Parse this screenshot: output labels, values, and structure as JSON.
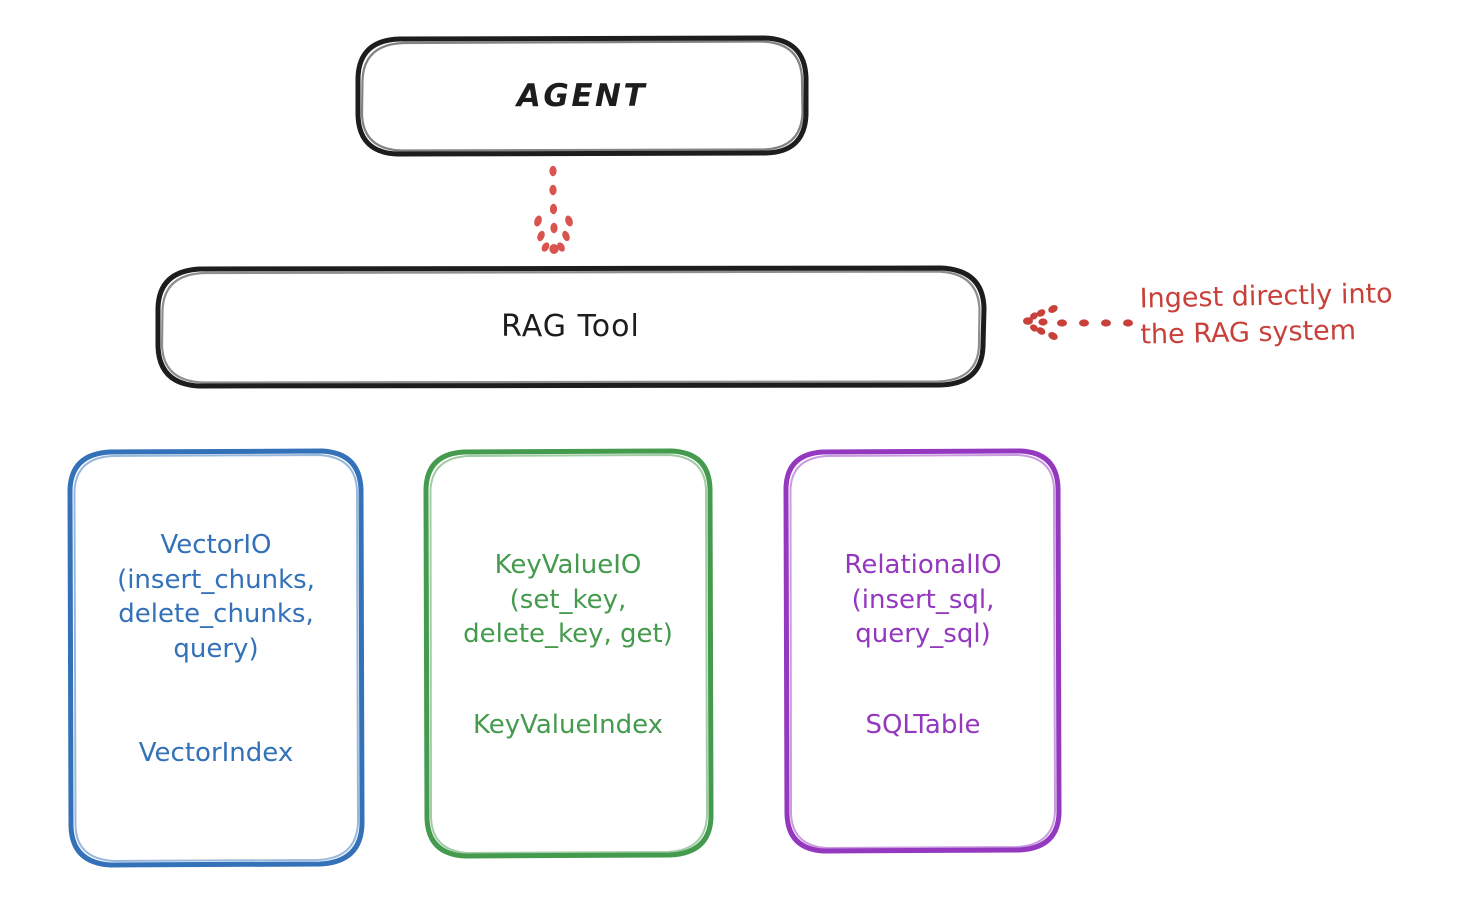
{
  "diagram": {
    "title_node": {
      "label": "AGENT"
    },
    "tool_node": {
      "label": "RAG Tool"
    },
    "annotation": {
      "text": "Ingest directly into\nthe RAG system",
      "color": "#c7413a",
      "arrow": "dotted-arrow-left-icon"
    },
    "columns": [
      {
        "name": "vector",
        "color": "#3371b8",
        "api": "VectorIO\n(insert_chunks,\ndelete_chunks,\nquery)",
        "index": "VectorIndex"
      },
      {
        "name": "keyvalue",
        "color": "#449a4d",
        "api": "KeyValueIO\n(set_key,\ndelete_key, get)",
        "index": "KeyValueIndex"
      },
      {
        "name": "relational",
        "color": "#9338bf",
        "api": "RelationalIO\n(insert_sql,\nquery_sql)",
        "index": "SQLTable"
      }
    ],
    "connector": {
      "name": "agent-to-rag-dotted-arrow",
      "color": "#d9534f",
      "direction": "down"
    },
    "colors": {
      "stroke_dark": "#1d1d1d",
      "blue": "#3371b8",
      "green": "#449a4d",
      "purple": "#9338bf",
      "red": "#c7413a",
      "background": "#ffffff"
    }
  }
}
